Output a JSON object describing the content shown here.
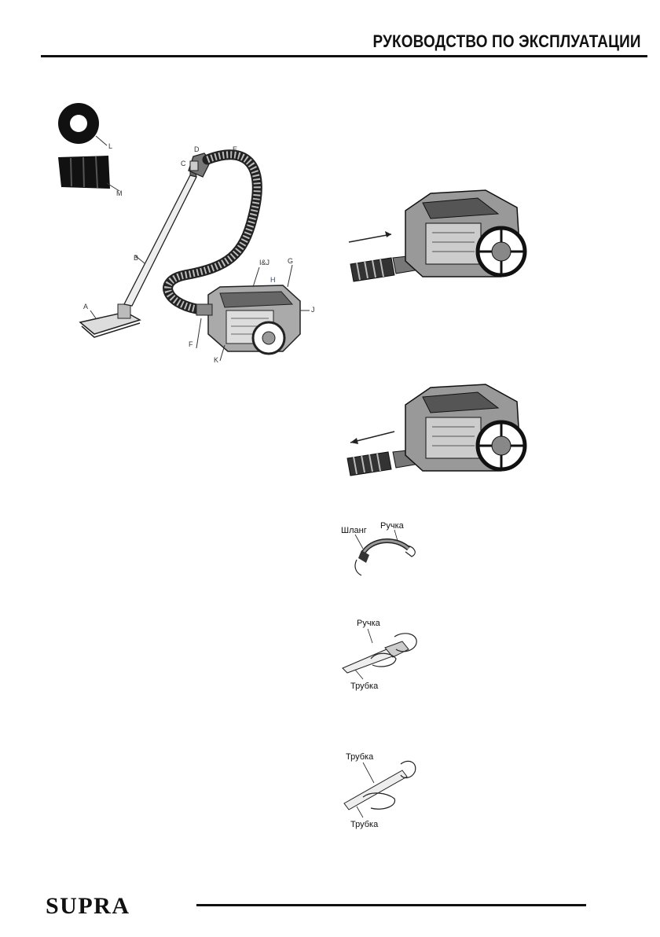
{
  "header": {
    "title": "РУКОВОДСТВО ПО ЭКСПЛУАТАЦИИ"
  },
  "footer": {
    "brand": "SUPRA"
  },
  "figure_main": {
    "labels": {
      "A": "A",
      "B": "B",
      "C": "C",
      "D": "D",
      "E": "E",
      "F": "F",
      "G": "G",
      "H": "H",
      "IJ": "I&J",
      "J": "J",
      "K": "K",
      "L": "L",
      "M": "M"
    }
  },
  "figure_hose_handle": {
    "hose": "Шланг",
    "handle": "Ручка"
  },
  "figure_handle_tube": {
    "handle": "Ручка",
    "tube": "Трубка"
  },
  "figure_tube_tube": {
    "tube_top": "Трубка",
    "tube_bottom": "Трубка"
  }
}
